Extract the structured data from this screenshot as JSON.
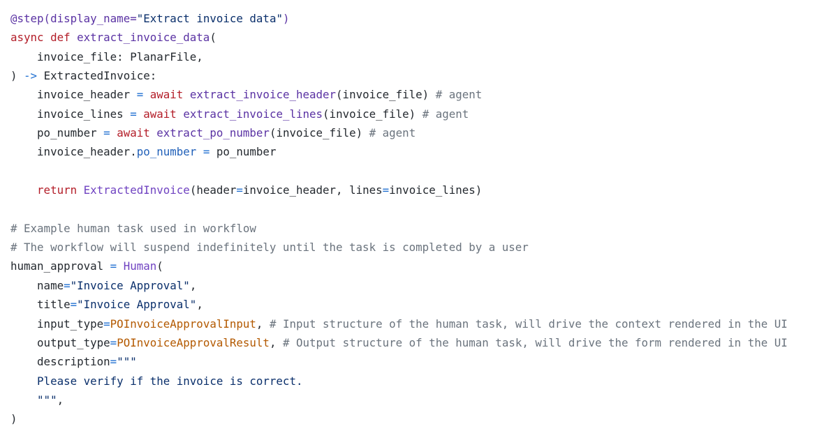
{
  "code": {
    "lines": [
      [
        {
          "text": "@step(",
          "kind": "decorator"
        },
        {
          "text": "display_name",
          "kind": "decorator"
        },
        {
          "text": "=",
          "kind": "decorator"
        },
        {
          "text": "\"Extract invoice data\"",
          "kind": "string"
        },
        {
          "text": ")",
          "kind": "decorator"
        }
      ],
      [
        {
          "text": "async def ",
          "kind": "keyword"
        },
        {
          "text": "extract_invoice_data",
          "kind": "function"
        },
        {
          "text": "(",
          "kind": "default"
        }
      ],
      [
        {
          "text": "    invoice_file: PlanarFile,",
          "kind": "default"
        }
      ],
      [
        {
          "text": ") ",
          "kind": "default"
        },
        {
          "text": "->",
          "kind": "operator"
        },
        {
          "text": " ExtractedInvoice:",
          "kind": "default"
        }
      ],
      [
        {
          "text": "    invoice_header ",
          "kind": "default"
        },
        {
          "text": "=",
          "kind": "operator"
        },
        {
          "text": " ",
          "kind": "default"
        },
        {
          "text": "await",
          "kind": "keyword"
        },
        {
          "text": " ",
          "kind": "default"
        },
        {
          "text": "extract_invoice_header",
          "kind": "function"
        },
        {
          "text": "(invoice_file) ",
          "kind": "default"
        },
        {
          "text": "# agent",
          "kind": "comment"
        }
      ],
      [
        {
          "text": "    invoice_lines ",
          "kind": "default"
        },
        {
          "text": "=",
          "kind": "operator"
        },
        {
          "text": " ",
          "kind": "default"
        },
        {
          "text": "await",
          "kind": "keyword"
        },
        {
          "text": " ",
          "kind": "default"
        },
        {
          "text": "extract_invoice_lines",
          "kind": "function"
        },
        {
          "text": "(invoice_file) ",
          "kind": "default"
        },
        {
          "text": "# agent",
          "kind": "comment"
        }
      ],
      [
        {
          "text": "    po_number ",
          "kind": "default"
        },
        {
          "text": "=",
          "kind": "operator"
        },
        {
          "text": " ",
          "kind": "default"
        },
        {
          "text": "await",
          "kind": "keyword"
        },
        {
          "text": " ",
          "kind": "default"
        },
        {
          "text": "extract_po_number",
          "kind": "function"
        },
        {
          "text": "(invoice_file) ",
          "kind": "default"
        },
        {
          "text": "# agent",
          "kind": "comment"
        }
      ],
      [
        {
          "text": "    invoice_header.",
          "kind": "default"
        },
        {
          "text": "po_number",
          "kind": "attribute"
        },
        {
          "text": " ",
          "kind": "default"
        },
        {
          "text": "=",
          "kind": "operator"
        },
        {
          "text": " po_number",
          "kind": "default"
        }
      ],
      [],
      [
        {
          "text": "    ",
          "kind": "default"
        },
        {
          "text": "return",
          "kind": "keyword"
        },
        {
          "text": " ",
          "kind": "default"
        },
        {
          "text": "ExtractedInvoice",
          "kind": "class"
        },
        {
          "text": "(header",
          "kind": "default"
        },
        {
          "text": "=",
          "kind": "operator"
        },
        {
          "text": "invoice_header, lines",
          "kind": "default"
        },
        {
          "text": "=",
          "kind": "operator"
        },
        {
          "text": "invoice_lines)",
          "kind": "default"
        }
      ],
      [],
      [
        {
          "text": "# Example human task used in workflow",
          "kind": "comment"
        }
      ],
      [
        {
          "text": "# The workflow will suspend indefinitely until the task is completed by a user",
          "kind": "comment"
        }
      ],
      [
        {
          "text": "human_approval ",
          "kind": "default"
        },
        {
          "text": "=",
          "kind": "operator"
        },
        {
          "text": " ",
          "kind": "default"
        },
        {
          "text": "Human",
          "kind": "class"
        },
        {
          "text": "(",
          "kind": "default"
        }
      ],
      [
        {
          "text": "    name",
          "kind": "default"
        },
        {
          "text": "=",
          "kind": "operator"
        },
        {
          "text": "\"Invoice Approval\"",
          "kind": "string"
        },
        {
          "text": ",",
          "kind": "default"
        }
      ],
      [
        {
          "text": "    title",
          "kind": "default"
        },
        {
          "text": "=",
          "kind": "operator"
        },
        {
          "text": "\"Invoice Approval\"",
          "kind": "string"
        },
        {
          "text": ",",
          "kind": "default"
        }
      ],
      [
        {
          "text": "    input_type",
          "kind": "default"
        },
        {
          "text": "=",
          "kind": "operator"
        },
        {
          "text": "POInvoiceApprovalInput",
          "kind": "type"
        },
        {
          "text": ", ",
          "kind": "default"
        },
        {
          "text": "# Input structure of the human task, will drive the context rendered in the UI",
          "kind": "comment"
        }
      ],
      [
        {
          "text": "    output_type",
          "kind": "default"
        },
        {
          "text": "=",
          "kind": "operator"
        },
        {
          "text": "POInvoiceApprovalResult",
          "kind": "type"
        },
        {
          "text": ", ",
          "kind": "default"
        },
        {
          "text": "# Output structure of the human task, will drive the form rendered in the UI",
          "kind": "comment"
        }
      ],
      [
        {
          "text": "    description",
          "kind": "default"
        },
        {
          "text": "=",
          "kind": "operator"
        },
        {
          "text": "\"\"\"",
          "kind": "string"
        }
      ],
      [
        {
          "text": "    Please verify if the invoice is correct.",
          "kind": "string"
        }
      ],
      [
        {
          "text": "    \"\"\"",
          "kind": "string"
        },
        {
          "text": ",",
          "kind": "default"
        }
      ],
      [
        {
          "text": ")",
          "kind": "default"
        }
      ]
    ]
  }
}
